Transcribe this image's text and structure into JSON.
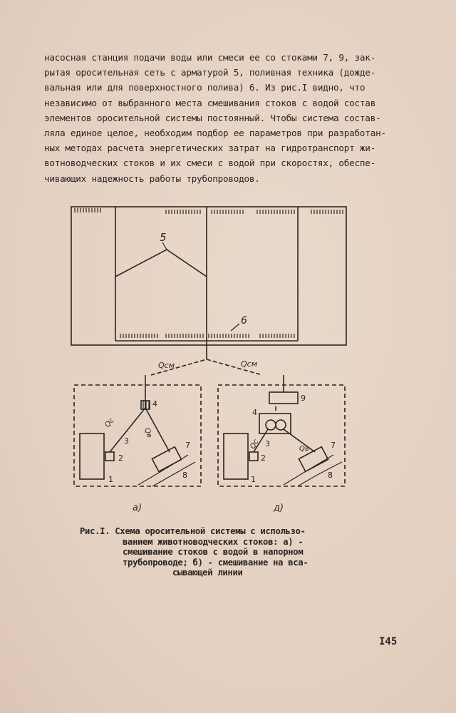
{
  "body_lines": [
    "насосная станция подачи воды или смеси ее со стоками 7, 9, зак-",
    "рытая оросительная сеть с арматурой 5, поливная техника (дожде-",
    "вальная или для поверхностного полива) 6. Из рис.I видно, что",
    "независимо от выбранного места смешивания стоков с водой состав",
    "элементов оросительной системы постоянный. Чтобы система состав-",
    "ляла единое целое, необходим подбор ее параметров при разработан-",
    "ных методах расчета энергетических затрат на гидротранспорт жи-",
    "вотноводческих стоков и их смеси с водой при скоростях, обеспе-",
    "чивающих надежность работы трубопроводов."
  ],
  "figure": {
    "labels": {
      "five": "5",
      "six": "6",
      "q_cm_left": "Qсм",
      "q_cm_right": "Qсм",
      "q_c_a": "Qc",
      "q_v_a": "Qв",
      "q_c_b": "Qc",
      "q_v_b": "Qв",
      "one_a": "1",
      "two_a": "2",
      "three_a": "3",
      "four_a": "4",
      "seven_a": "7",
      "eight_a": "8",
      "one_b": "1",
      "two_b": "2",
      "three_b": "3",
      "four_b": "4",
      "seven_b": "7",
      "eight_b": "8",
      "nine_b": "9",
      "panel_a": "а)",
      "panel_b": "д)"
    }
  },
  "caption_lines": [
    "Рис.I. Схема оросительной системы с использо-",
    "ванием животноводческих стоков: а) -",
    "смешивание стоков с водой в напорном",
    "трубопроводе; б) - смешивание на вса-",
    "сывающей линии"
  ],
  "page_number": "I45"
}
